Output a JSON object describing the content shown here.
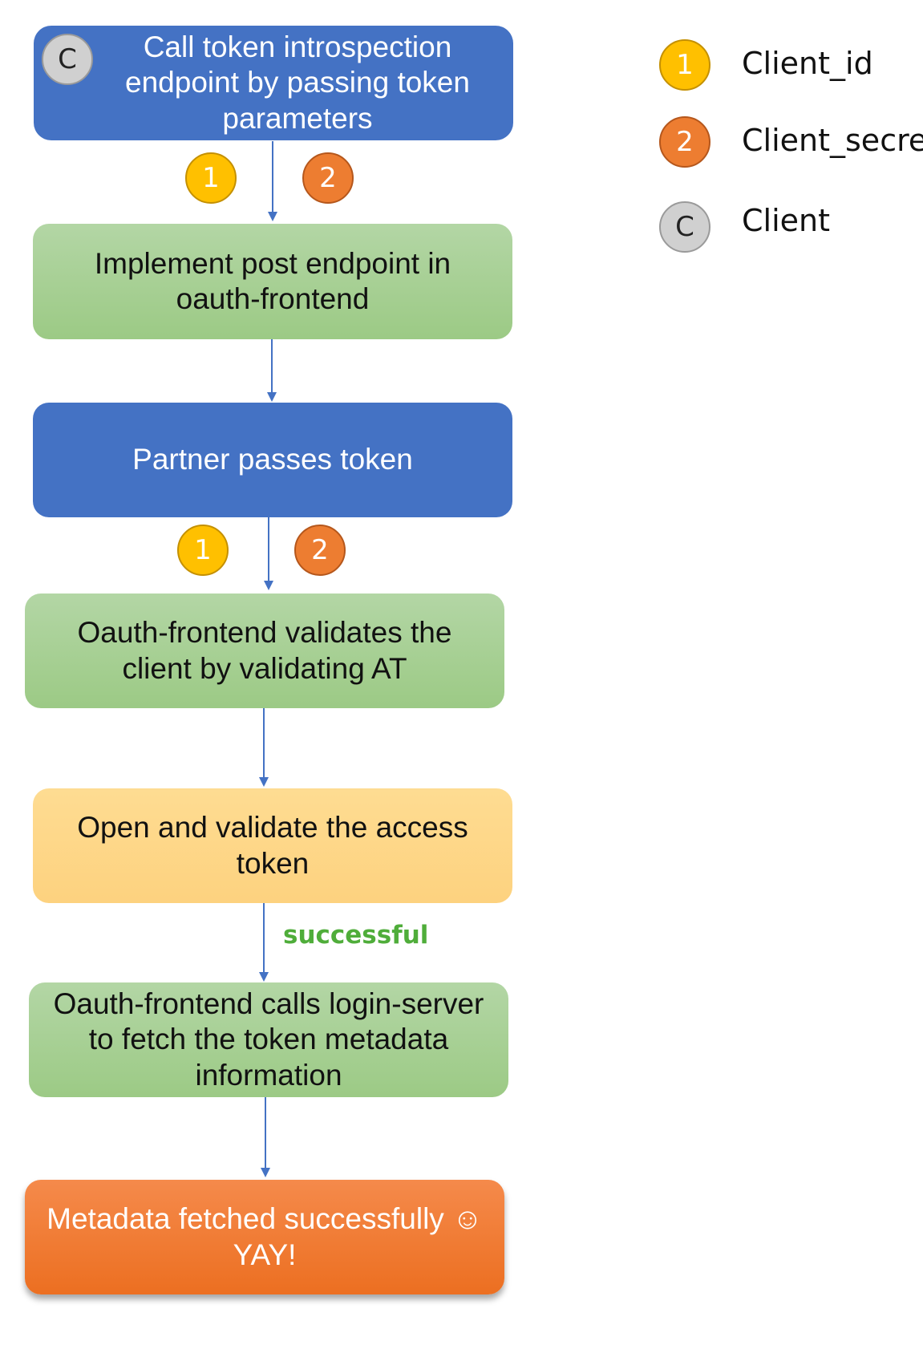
{
  "flow": {
    "steps": [
      {
        "text": "Call token introspection endpoint by passing token parameters",
        "badge": "C"
      },
      {
        "text": "Implement post endpoint in oauth-frontend"
      },
      {
        "text": "Partner passes token"
      },
      {
        "text": "Oauth-frontend validates the client by validating AT"
      },
      {
        "text": "Open and validate the access token"
      },
      {
        "text": "Oauth-frontend calls login-server to fetch the token metadata information"
      },
      {
        "text": "Metadata fetched successfully ☺ YAY!"
      }
    ],
    "edge_badges": [
      {
        "one": "1",
        "two": "2"
      },
      {
        "one": "1",
        "two": "2"
      }
    ],
    "edge_label": "successful"
  },
  "legend": {
    "items": [
      {
        "marker": "1",
        "label": "Client_id",
        "color": "#ffc000"
      },
      {
        "marker": "2",
        "label": "Client_secret",
        "color": "#ed7d31"
      },
      {
        "marker": "C",
        "label": "Client",
        "color": "#d0d0d0"
      }
    ]
  },
  "colors": {
    "blue": "#4472c4",
    "green": "#a9d18e",
    "yellow": "#ffd966",
    "orange": "#ed7d31",
    "arrow": "#4472c4",
    "success": "#4fad3a"
  }
}
